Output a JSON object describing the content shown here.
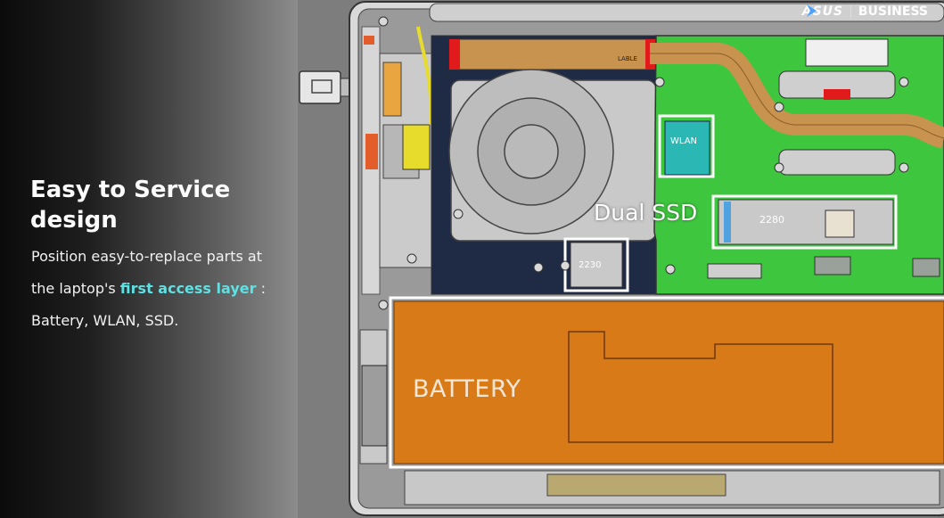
{
  "heading": "Easy to Service design",
  "body": {
    "line1": "Position easy-to-replace parts at",
    "line2_prefix": "the laptop's ",
    "line2_highlight": "first access layer",
    "line2_suffix": " :",
    "line3": "Battery, WLAN, SSD."
  },
  "brand": {
    "logo": "ASUS",
    "divider": "|",
    "label": "BUSINESS"
  },
  "labels": {
    "dual_ssd": "Dual SSD",
    "battery": "BATTERY",
    "wlan": "WLAN",
    "ssd_2280": "2280",
    "ssd_2230": "2230",
    "lable": "LABLE"
  },
  "colors": {
    "highlight": "#5fe0e3",
    "board": "#3fc63f",
    "battery": "#d77a17",
    "heatpipe": "#c8924f",
    "wlan_card": "#2bb7b3"
  }
}
